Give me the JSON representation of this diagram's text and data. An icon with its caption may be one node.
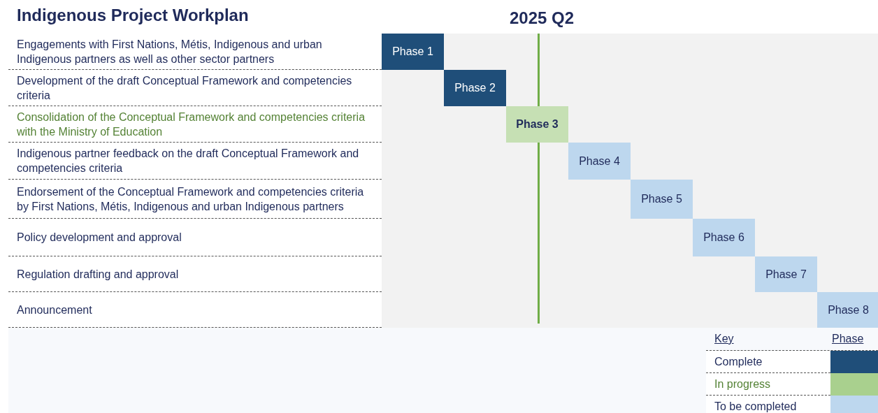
{
  "diagram": {
    "title": "Indigenous Project Workplan",
    "nodes": [
      {
        "text": [
          "Phase 1"
        ]
      },
      {
        "text": [
          "Phase 2"
        ]
      },
      {
        "text": [
          "Phase 3"
        ]
      },
      {
        "text": [
          "Phase 4"
        ]
      },
      {
        "text": [
          "Phase 5"
        ]
      },
      {
        "text": [
          "Phase 6"
        ]
      },
      {
        "text": [
          "Phase 7"
        ]
      },
      {
        "text": [
          "Phase 8"
        ]
      }
    ],
    "edges": [],
    "labels": [
      "2025 Q2",
      "Engagements with First Nations, Métis, Indigenous and urban Indigenous partners as well as other sector partners",
      "Development of the draft Conceptual Framework and competencies criteria",
      "Consolidation of the Conceptual Framework and competencies criteria with the Ministry of Education",
      "Indigenous partner feedback on the draft Conceptual Framework and competencies criteria",
      "Endorsement of the Conceptual Framework and competencies criteria by First Nations, Métis, Indigenous and urban Indigenous partners",
      "Policy development and approval",
      "Regulation drafting and approval",
      "Announcement",
      "Key",
      "Phase"
    ],
    "legend": [
      {
        "text": "Complete",
        "color": "#1f4e79"
      },
      {
        "text": "In progress",
        "color": "#a9d08e"
      },
      {
        "text": "To be completed",
        "color": "#bdd7ee"
      }
    ]
  }
}
